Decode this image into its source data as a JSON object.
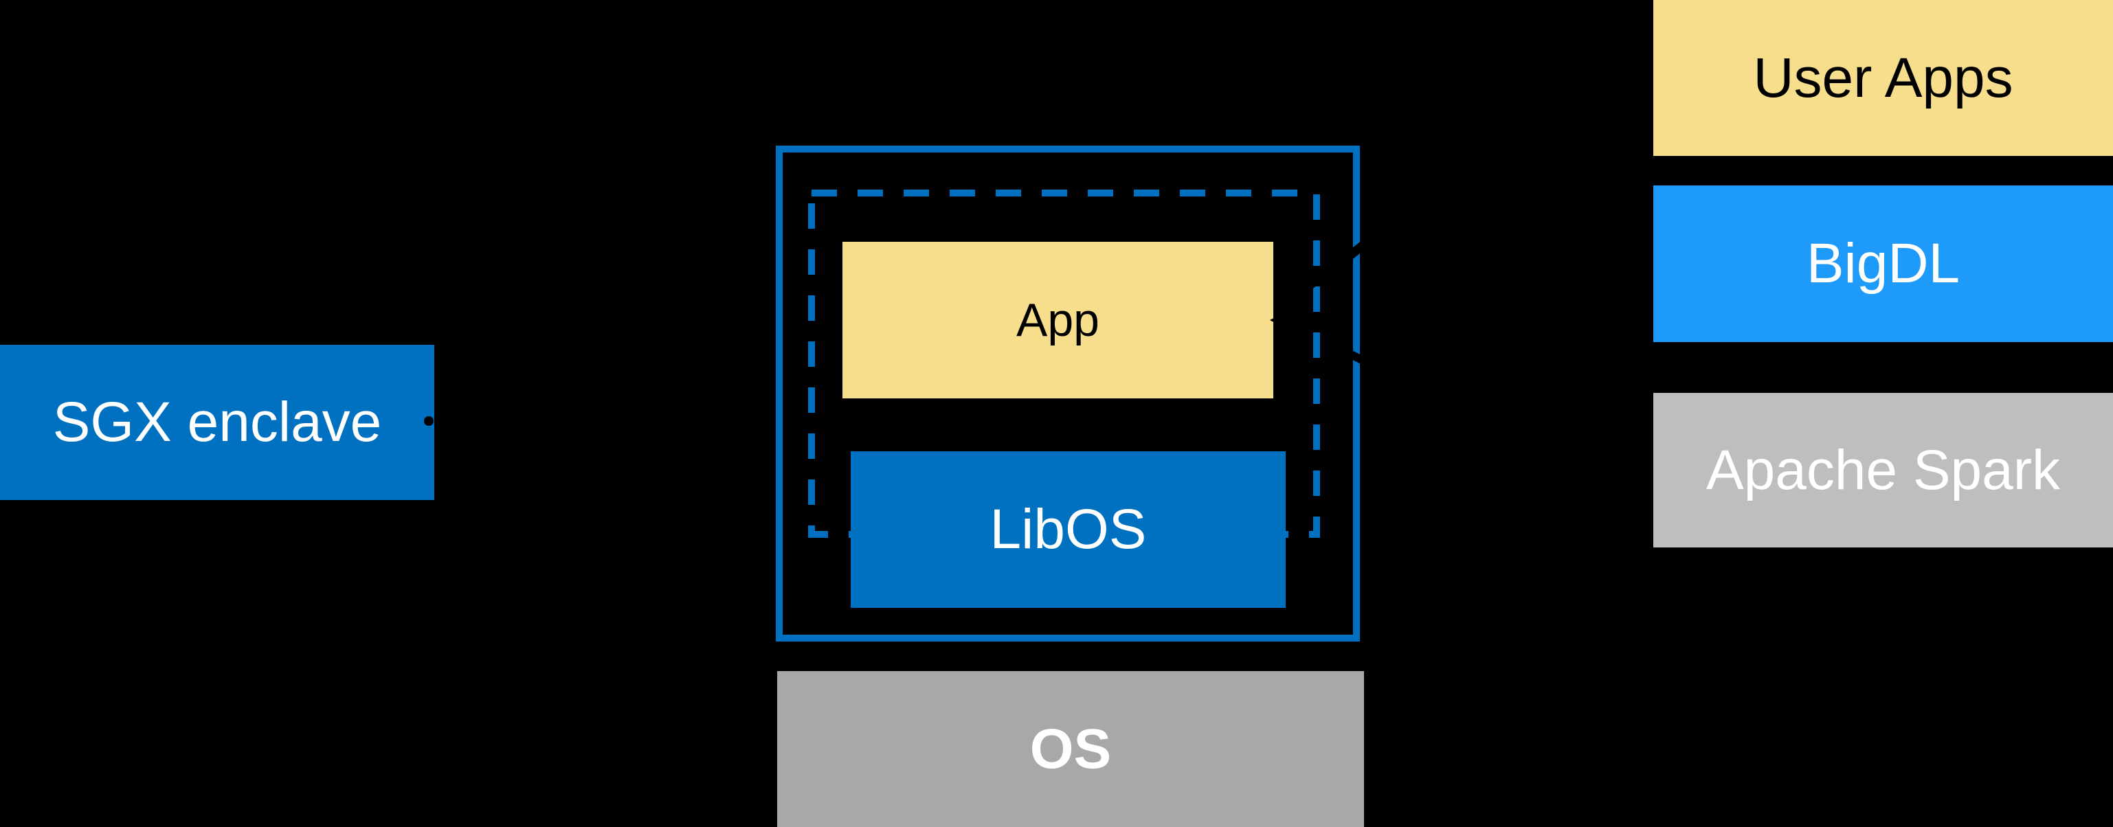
{
  "diagram": {
    "sgx": {
      "label": "SGX enclave"
    },
    "enclave": {
      "app_label": "App",
      "libos_label": "LibOS"
    },
    "os": {
      "label": "OS"
    },
    "right_stack": {
      "items": [
        {
          "label": "User Apps"
        },
        {
          "label": "BigDL"
        },
        {
          "label": "Apache Spark"
        }
      ]
    }
  },
  "colors": {
    "background": "#000000",
    "intel_blue": "#0070C0",
    "bright_blue": "#1E9AFA",
    "soft_yellow": "#F7DE8C",
    "os_gray": "#A8A8A8",
    "spark_gray": "#BEBEBE",
    "text_dark": "#000000",
    "text_light": "#FFFFFF"
  }
}
